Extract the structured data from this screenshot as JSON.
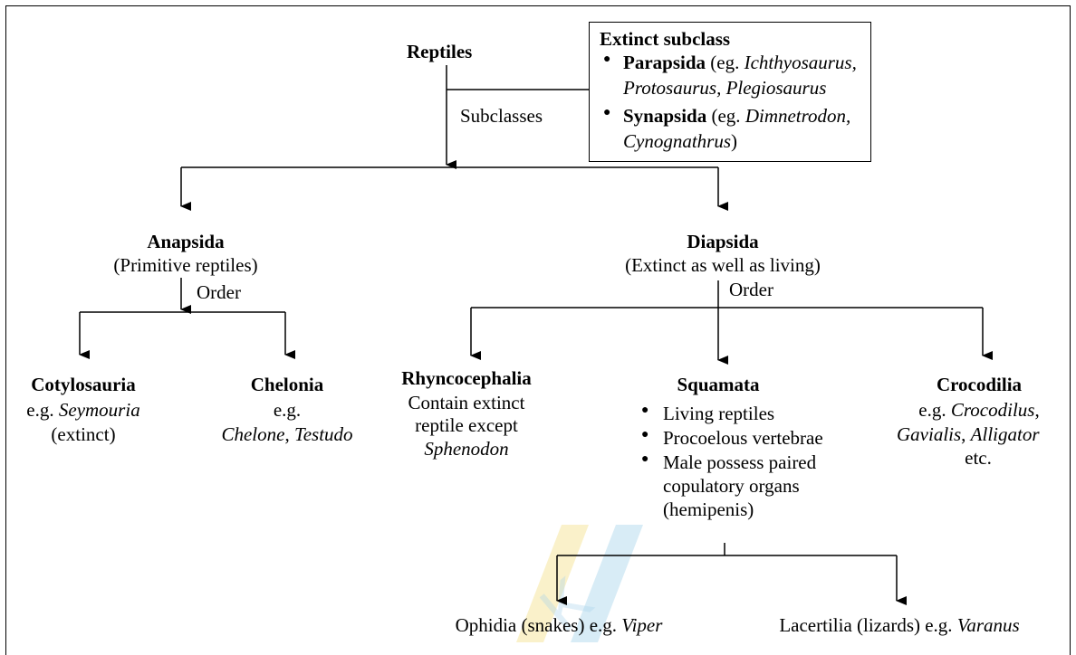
{
  "root": {
    "title": "Reptiles",
    "subclasses_label": "Subclasses"
  },
  "extinct_box": {
    "title": "Extinct subclass",
    "items": [
      {
        "name": "Parapsida",
        "pre": "(eg. ",
        "examples_1": "Ichthyosaurus,",
        "examples_2": "Protosaurus, Plegiosaurus"
      },
      {
        "name": "Synapsida",
        "pre": "(eg. ",
        "examples_1": "Dimnetrodon,",
        "examples_2": "Cynognathrus",
        "post": ")"
      }
    ]
  },
  "anapsida": {
    "name": "Anapsida",
    "desc": "(Primitive reptiles)",
    "order_label": "Order",
    "children": [
      {
        "name": "Cotylosauria",
        "eg": "e.g. ",
        "example": "Seymouria",
        "note": "(extinct)"
      },
      {
        "name": "Chelonia",
        "eg": "e.g.",
        "example_1": "Chelone",
        "sep": ", ",
        "example_2": "Testudo"
      }
    ]
  },
  "diapsida": {
    "name": "Diapsida",
    "desc": "(Extinct as well as living)",
    "order_label": "Order",
    "children": [
      {
        "name": "Rhyncocephalia",
        "line_1": "Contain extinct",
        "line_2": "reptile except",
        "example": "Sphenodon"
      },
      {
        "name": "Squamata",
        "bullets": [
          "Living reptiles",
          "Procoelous vertebrae",
          "Male possess paired",
          "copulatory organs",
          "(hemipenis)"
        ]
      },
      {
        "name": "Crocodilia",
        "eg": "e.g. ",
        "example_1": "Crocodilus",
        "c1": ",",
        "example_2": "Gavialis",
        "c2": ", ",
        "example_3": "Alligator",
        "etc": "etc."
      }
    ]
  },
  "squamata_children": [
    {
      "text": "Ophidia (snakes) e.g. ",
      "example": "Viper"
    },
    {
      "text": "Lacertilia  (lizards) e.g. ",
      "example": "Varanus"
    }
  ],
  "colors": {
    "line": "#000000",
    "watermark_blue": "#a8d4ec",
    "watermark_yellow": "#f5e08a"
  }
}
